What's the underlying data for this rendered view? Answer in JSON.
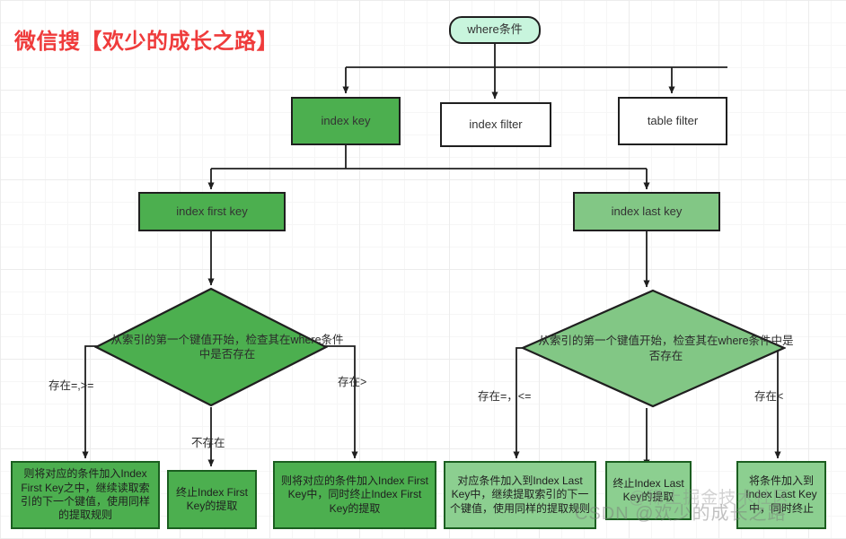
{
  "watermarks": {
    "title": "微信搜【欢少的成长之路】",
    "csdn": "CSDN @欢少的成长之路",
    "juejin": "@稀土掘金技术社区"
  },
  "colors": {
    "green_dark": "#4caf4f",
    "green_light": "#82c785",
    "mint": "#c8f5dd",
    "border": "#1f1f1f",
    "leaf_border": "#1b5e20",
    "title_red": "#ef3b3b"
  },
  "nodes": {
    "start": "where条件",
    "index_key": "index key",
    "index_filter": "index filter",
    "table_filter": "table filter",
    "index_first_key": "index first key",
    "index_last_key": "index last key",
    "diamond_left": "从索引的第一个键值开始，检查其在where条件中是否存在",
    "diamond_right": "从索引的第一个键值开始，检查其在where条件中是否存在",
    "leaf_l1": "则将对应的条件加入Index First Key之中，继续读取索引的下一个键值，使用同样的提取规则",
    "leaf_l2": "终止Index First Key的提取",
    "leaf_l3": "则将对应的条件加入Index First Key中，同时终止Index First Key的提取",
    "leaf_r1": "对应条件加入到Index Last Key中，继续提取索引的下一个键值，使用同样的提取规则",
    "leaf_r2": "终止Index Last Key的提取",
    "leaf_r3": "将条件加入到Index Last Key中，同时终止"
  },
  "edge_labels": {
    "left_eq_ge": "存在=,>=",
    "left_none": "不存在",
    "left_gt": "存在>",
    "right_eq_le": "存在=，<=",
    "right_lt": "存在<"
  }
}
